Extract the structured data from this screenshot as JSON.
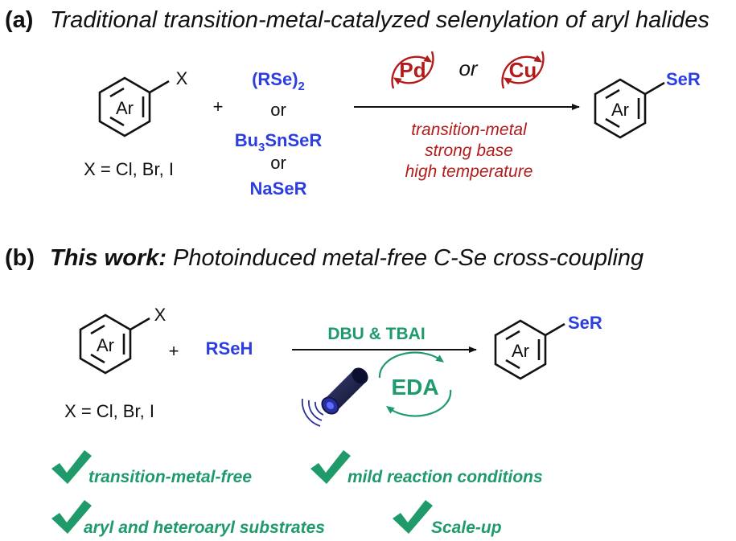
{
  "colors": {
    "black": "#111111",
    "blue": "#2d3ee0",
    "red": "#b31b1b",
    "green": "#1f9a6b",
    "lamp": "#14184a"
  },
  "part_a": {
    "label": "(a)",
    "title": "Traditional transition-metal-catalyzed selenylation of aryl halides",
    "substrate_ring": "Ar",
    "substrate_sub": "X",
    "substrate_note": "X = Cl, Br, I",
    "plus": "+",
    "reagent1_main": "(RSe)",
    "reagent1_sub": "2",
    "or1": "or",
    "reagent2_a": "Bu",
    "reagent2_sub": "3",
    "reagent2_b": "SnSeR",
    "or2": "or",
    "reagent3": "NaSeR",
    "catalyst1": "Pd",
    "catalyst_or": "or",
    "catalyst2": "Cu",
    "cond1": "transition-metal",
    "cond2": "strong base",
    "cond3": "high temperature",
    "product_ring": "Ar",
    "product_sub": "SeR"
  },
  "part_b": {
    "label": "(b)",
    "title_bold": "This work:",
    "title_rest": "Photoinduced metal-free C-Se cross-coupling",
    "substrate_ring": "Ar",
    "substrate_sub": "X",
    "substrate_note": "X = Cl, Br, I",
    "plus": "+",
    "reagent": "RSeH",
    "conditions": "DBU & TBAI",
    "cycle": "EDA",
    "product_ring": "Ar",
    "product_sub": "SeR"
  },
  "features": [
    "transition-metal-free",
    "mild reaction conditions",
    "aryl and heteroaryl substrates",
    "Scale-up"
  ]
}
